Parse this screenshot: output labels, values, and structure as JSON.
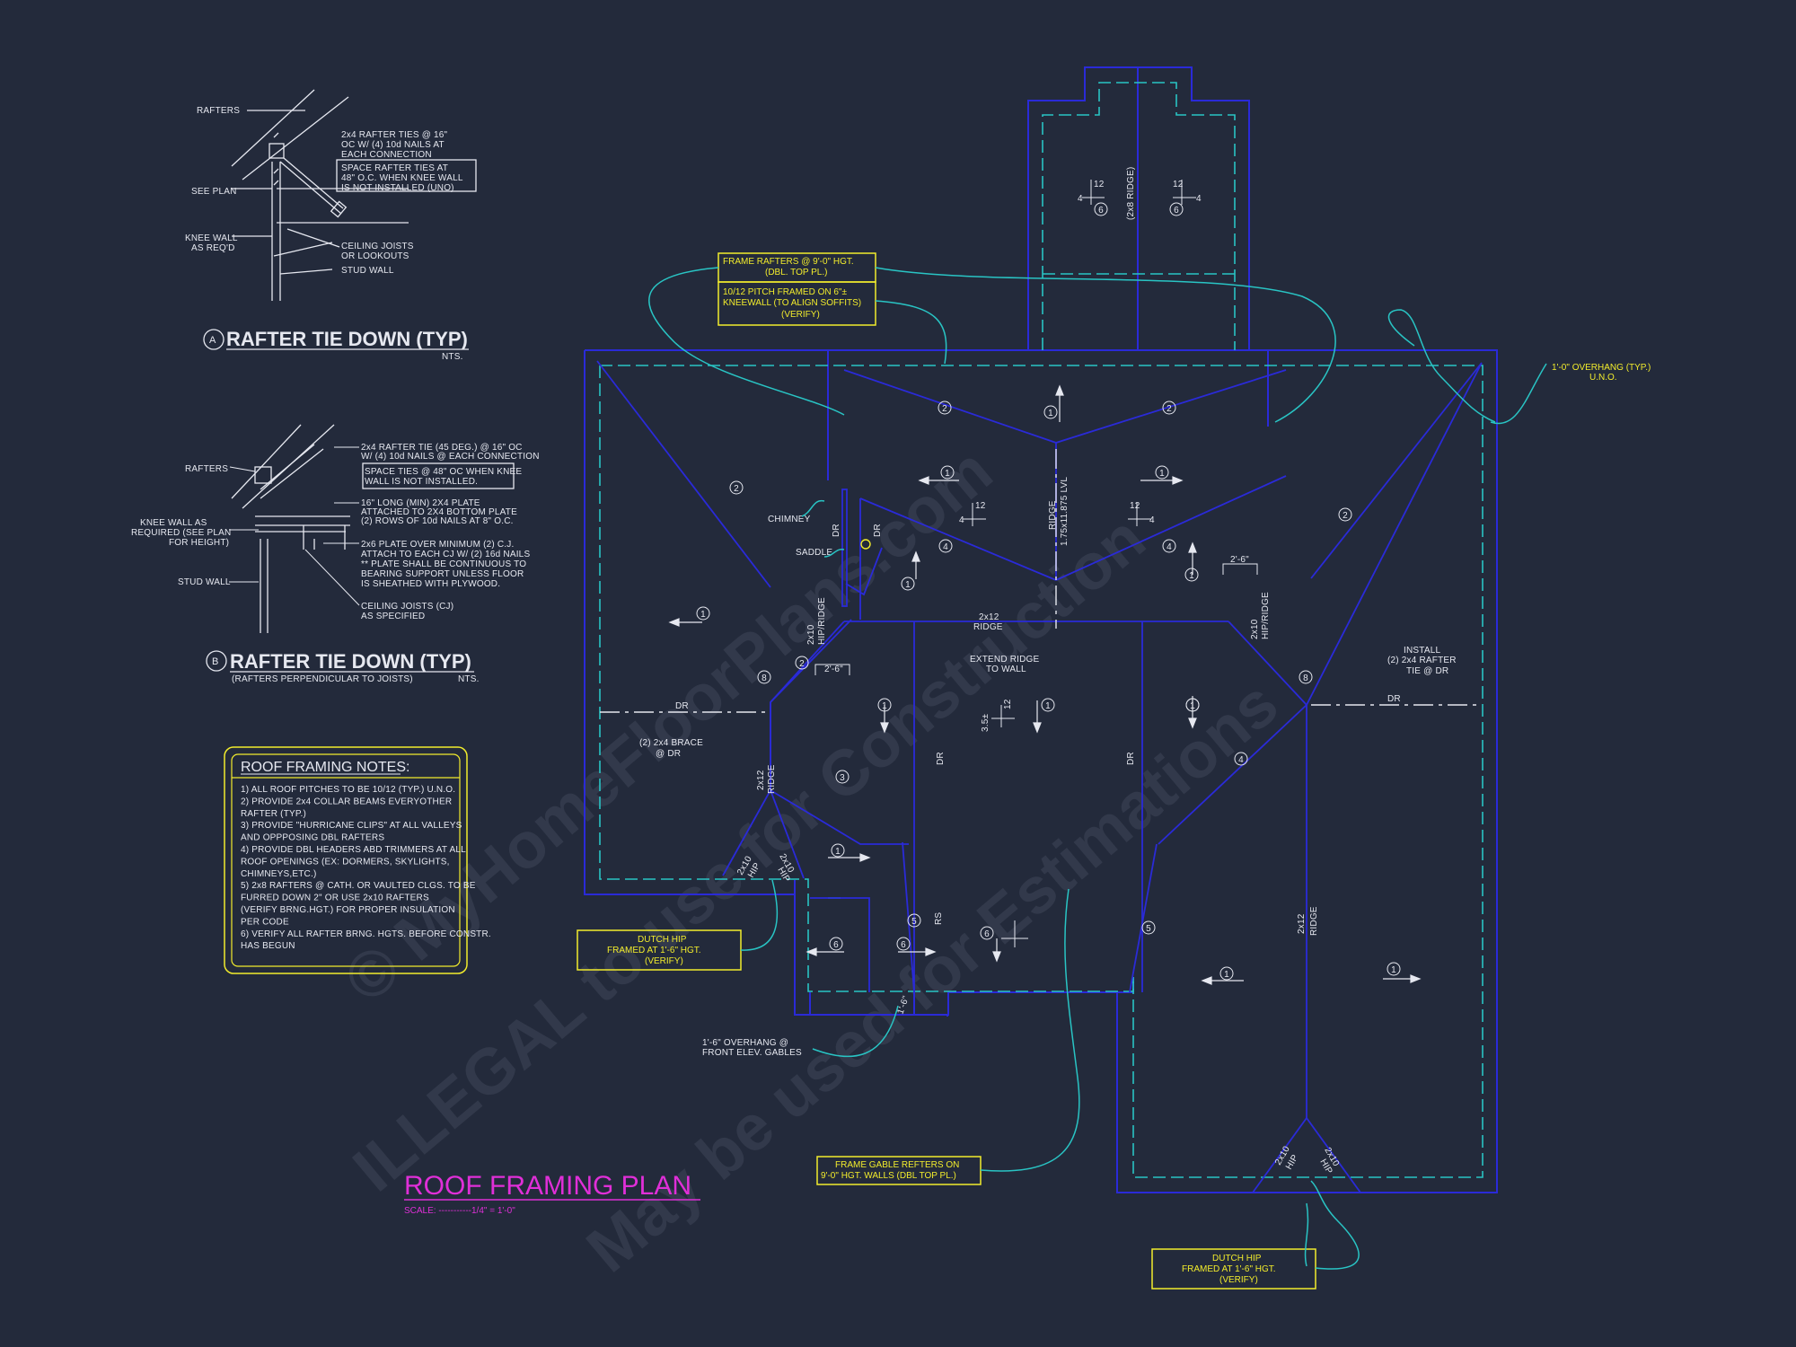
{
  "watermark": {
    "line1": "© MyHomeFloorPlans.com",
    "line2": "ILLEGAL to use for Construction",
    "line3": "May be used for Estimations"
  },
  "detail_a": {
    "marker": "A",
    "title": "RAFTER TIE DOWN (TYP)",
    "scale": "NTS.",
    "labels": {
      "rafters": "RAFTERS",
      "ties_1": "2x4 RAFTER TIES @ 16\"",
      "ties_2": "OC W/ (4) 10d NAILS AT",
      "ties_3": "EACH CONNECTION",
      "space_1": "SPACE RAFTER TIES AT",
      "space_2": "48\" O.C. WHEN KNEE WALL",
      "space_3": "IS NOT INSTALLED (UNO)",
      "see_plan": "SEE PLAN",
      "knee_1": "KNEE WALL",
      "knee_2": "AS REQ'D",
      "joists_1": "CEILING JOISTS",
      "joists_2": "OR LOOKOUTS",
      "stud_wall": "STUD WALL"
    }
  },
  "detail_b": {
    "marker": "B",
    "title": "RAFTER TIE DOWN (TYP)",
    "subtitle": "(RAFTERS PERPENDICULAR TO JOISTS)",
    "scale": "NTS.",
    "labels": {
      "rafters": "RAFTERS",
      "tie_1": "2x4 RAFTER TIE (45 DEG.) @ 16\" OC",
      "tie_2": "W/ (4) 10d NAILS @ EACH CONNECTION",
      "space_1": "SPACE TIES @ 48\" OC WHEN KNEE",
      "space_2": "WALL IS NOT INSTALLED.",
      "plate_1": "16\" LONG (MIN) 2X4 PLATE",
      "plate_2": "ATTACHED TO 2X4 BOTTOM PLATE",
      "plate_3": "(2) ROWS OF 10d NAILS AT 8\" O.C.",
      "knee_1": "KNEE WALL AS",
      "knee_2": "REQUIRED (SEE PLAN",
      "knee_3": "FOR HEIGHT)",
      "p2x6_1": "2x6 PLATE OVER MINIMUM (2) C.J.",
      "p2x6_2": "ATTACH TO EACH CJ W/ (2) 16d NAILS",
      "p2x6_3": "** PLATE SHALL BE CONTINUOUS TO",
      "p2x6_4": "BEARING SUPPORT UNLESS FLOOR",
      "p2x6_5": "IS SHEATHED WITH PLYWOOD.",
      "stud_wall": "STUD WALL",
      "joists_1": "CEILING JOISTS (CJ)",
      "joists_2": "AS SPECIFIED"
    }
  },
  "notes": {
    "title": "ROOF FRAMING NOTES:",
    "lines": [
      "1) ALL ROOF PITCHES TO BE 10/12 (TYP.) U.N.O.",
      "2) PROVIDE 2x4 COLLAR BEAMS EVERYOTHER",
      "    RAFTER (TYP.)",
      "3) PROVIDE \"HURRICANE CLIPS\" AT ALL VALLEYS",
      "    AND OPPPOSING DBL RAFTERS",
      "4) PROVIDE DBL HEADERS ABD TRIMMERS AT ALL",
      "    ROOF OPENINGS (EX: DORMERS, SKYLIGHTS,",
      "    CHIMNEYS,ETC.)",
      "5) 2x8 RAFTERS @ CATH. OR VAULTED CLGS. TO BE",
      "    FURRED DOWN 2\" OR USE 2x10 RAFTERS",
      "    (VERIFY BRNG.HGT.) FOR PROPER INSULATION",
      "    PER CODE",
      "6) VERIFY ALL RAFTER BRNG. HGTS. BEFORE CONSTR.",
      "    HAS BEGUN"
    ]
  },
  "plan": {
    "title": "ROOF FRAMING PLAN",
    "scale": "SCALE: -----------1/4\" = 1'-0\"",
    "pitch": {
      "rise_12": "12",
      "run_4": "4"
    },
    "labels": {
      "chimney": "CHIMNEY",
      "saddle": "SADDLE",
      "dr": "DR",
      "ridge": "RIDGE",
      "lvl": "1.75x11.875 LVL",
      "ridge_2x8": "(2x8 RIDGE)",
      "l2x12": "2x12",
      "l2x10": "2x10",
      "hip": "HIP",
      "hip_ridge": "HIP/RIDGE",
      "extend_1": "EXTEND RIDGE",
      "extend_2": "TO WALL",
      "dim_2_6": "2'-6\"",
      "brace_1": "(2) 2x4 BRACE",
      "brace_2": "@ DR",
      "install_1": "INSTALL",
      "install_2": "(2) 2x4 RAFTER",
      "install_3": "TIE @ DR",
      "pitch_3_5": "3.5±",
      "rs": "RS",
      "dim_1_6": "1'-6\"",
      "front_1": "1'-6\" OVERHANG @",
      "front_2": "FRONT ELEV. GABLES",
      "overhang_1": "1'-0\" OVERHANG (TYP.)",
      "overhang_2": "U.N.O."
    },
    "markers": [
      "6",
      "6",
      "1",
      "2",
      "2",
      "1",
      "1",
      "4",
      "4",
      "2",
      "2",
      "1",
      "1",
      "1",
      "2",
      "8",
      "8",
      "1",
      "1",
      "1",
      "1",
      "3",
      "1",
      "5",
      "5",
      "6",
      "6",
      "6",
      "4",
      "1",
      "1"
    ]
  },
  "callouts": {
    "frame_1": "FRAME RAFTERS @ 9'-0\" HGT.",
    "frame_2": "(DBL. TOP PL.)",
    "pitch_1": "10/12 PITCH FRAMED ON 6\"±",
    "pitch_2": "KNEEWALL (TO ALIGN SOFFITS)",
    "pitch_3": "(VERIFY)",
    "dutch_1": "DUTCH HIP",
    "dutch_2": "FRAMED AT 1'-6\" HGT.",
    "dutch_3": "(VERIFY)",
    "gable_1": "FRAME GABLE REFTERS ON",
    "gable_2": "9'-0\" HGT. WALLS (DBL TOP PL.)"
  }
}
